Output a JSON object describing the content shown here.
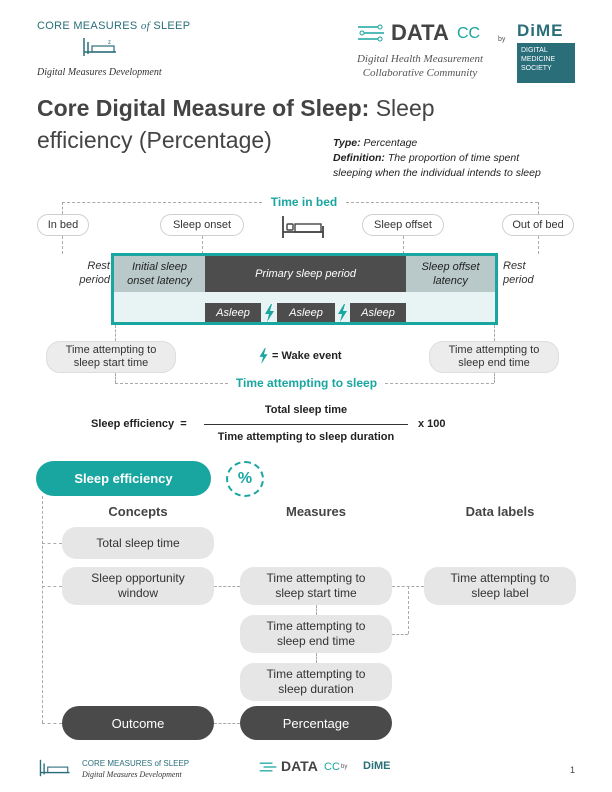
{
  "header": {
    "brand_line1": "CORE MEASURES of SLEEP",
    "brand_core": "CORE MEASURES",
    "brand_of": "of",
    "brand_sleep": "SLEEP",
    "brand_sub": "Digital Measures Development",
    "datacc_main": "DATA",
    "datacc_cc": "CC",
    "by": "by",
    "datacc_sub1": "Digital Health Measurement",
    "datacc_sub2": "Collaborative Community",
    "dime_logo": "DiME",
    "dime_sub1": "DIGITAL",
    "dime_sub2": "MEDICINE",
    "dime_sub3": "SOCIETY"
  },
  "title": {
    "bold": "Core Digital Measure of Sleep:",
    "rest1": " Sleep",
    "rest2": "efficiency (Percentage)"
  },
  "meta": {
    "type_label": "Type:",
    "type_value": " Percentage",
    "def_label": "Definition:",
    "def_value1": " The proportion of time spent",
    "def_value2": "sleeping when the individual intends to sleep"
  },
  "timeline": {
    "time_in_bed": "Time in bed",
    "in_bed": "In bed",
    "sleep_onset": "Sleep onset",
    "sleep_offset": "Sleep offset",
    "out_of_bed": "Out of bed",
    "rest_period_left_1": "Rest",
    "rest_period_left_2": "period",
    "initial_latency_1": "Initial sleep",
    "initial_latency_2": "onset latency",
    "primary_sleep": "Primary sleep period",
    "offset_latency_1": "Sleep offset",
    "offset_latency_2": "latency",
    "rest_period_right_1": "Rest",
    "rest_period_right_2": "period",
    "asleep": "Asleep",
    "attempt_start_1": "Time attempting to",
    "attempt_start_2": "sleep start time",
    "wake_event": "= Wake event",
    "attempt_end_1": "Time attempting to",
    "attempt_end_2": "sleep end time",
    "time_attempting": "Time attempting to sleep"
  },
  "formula": {
    "label": "Sleep efficiency  =",
    "numerator": "Total sleep time",
    "denominator": "Time attempting to sleep duration",
    "multiplier": "x 100"
  },
  "tree": {
    "root": "Sleep efficiency",
    "percent_icon": "%",
    "col_concepts": "Concepts",
    "col_measures": "Measures",
    "col_labels": "Data labels",
    "concept_tst": "Total sleep time",
    "concept_sow_1": "Sleep opportunity",
    "concept_sow_2": "window",
    "measure_start_1": "Time attempting to",
    "measure_start_2": "sleep start time",
    "measure_end_1": "Time attempting to",
    "measure_end_2": "sleep end time",
    "measure_dur_1": "Time attempting to",
    "measure_dur_2": "sleep duration",
    "label_start_1": "Time attempting to",
    "label_start_2": "sleep label",
    "outcome": "Outcome",
    "percentage": "Percentage"
  },
  "footer": {
    "brand_line1": "CORE MEASURES of SLEEP",
    "brand_sub": "Digital Measures Development",
    "datacc_main": "DATA",
    "datacc_cc": "CC",
    "by": "by",
    "dime": "DiME",
    "page": "1"
  },
  "colors": {
    "teal": "#1aa6a0",
    "dark": "#4a4a4a",
    "gray": "#e6e6e6"
  }
}
